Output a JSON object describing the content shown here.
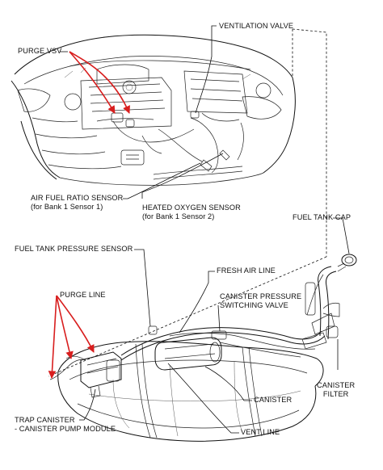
{
  "diagram": {
    "accent_color": "#d81e1e",
    "labels": {
      "ventilation_valve": "VENTILATION VALVE",
      "purge_vsv": "PURGE VSV",
      "af_sensor_line1": "AIR FUEL RATIO SENSOR",
      "af_sensor_line2": "(for Bank 1 Sensor 1)",
      "ho2_sensor_line1": "HEATED OXYGEN SENSOR",
      "ho2_sensor_line2": "(for Bank 1 Sensor 2)",
      "fuel_tank_cap": "FUEL TANK CAP",
      "fuel_tank_pressure_sensor": "FUEL TANK PRESSURE SENSOR",
      "fresh_air_line": "FRESH AIR LINE",
      "purge_line": "PURGE LINE",
      "canister_pressure_line1": "CANISTER PRESSURE",
      "canister_pressure_line2": "SWITCHING VALVE",
      "canister_filter_line1": "CANISTER",
      "canister_filter_line2": "FILTER",
      "canister": "CANISTER",
      "vent_line": "VENT LINE",
      "trap_canister_line1": "TRAP CANISTER",
      "trap_canister_line2": "- CANISTER PUMP MODULE"
    }
  }
}
